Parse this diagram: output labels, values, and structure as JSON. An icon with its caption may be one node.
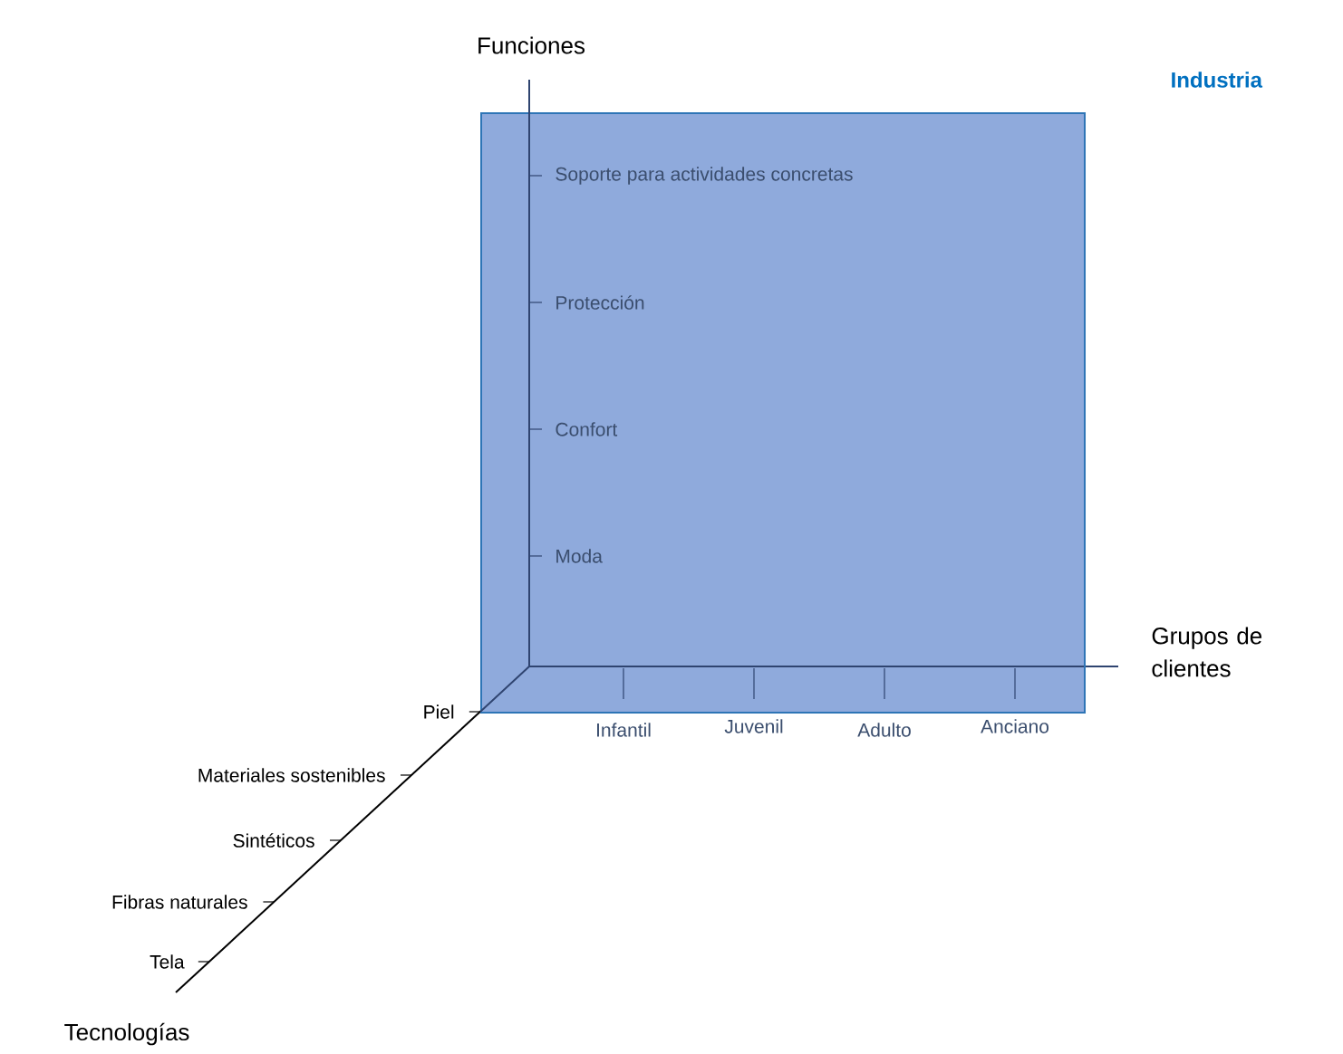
{
  "diagram": {
    "nodes": [
      {
        "text": [
          "Industria"
        ]
      }
    ],
    "edges": [],
    "labels": [
      "Funciones",
      "Soporte para actividades concretas",
      "Protección",
      "Confort",
      "Moda",
      "Grupos de clientes",
      "Piel",
      "Infantil",
      "Juvenil",
      "Adulto",
      "Anciano",
      "Materiales sostenibles",
      "Sintéticos",
      "Fibras naturales",
      "Tela",
      "Tecnologías"
    ]
  }
}
